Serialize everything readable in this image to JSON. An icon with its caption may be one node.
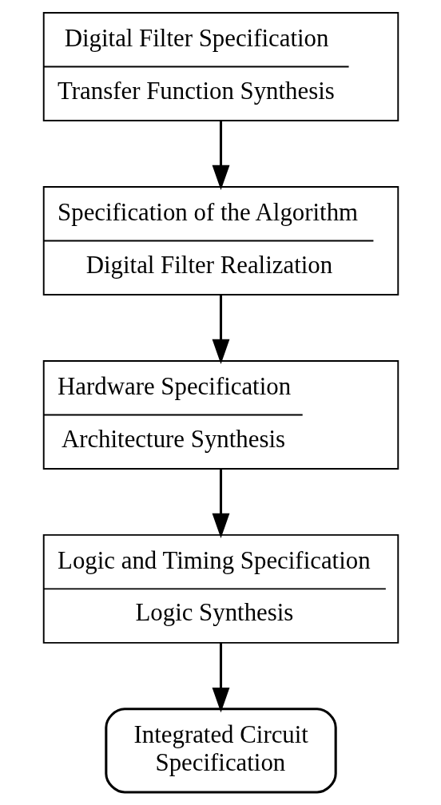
{
  "diagram": {
    "nodes": [
      {
        "text": [
          "Digital Filter Specification",
          "Transfer Function Synthesis"
        ]
      },
      {
        "text": [
          "Specification of the Algorithm",
          "Digital Filter Realization"
        ]
      },
      {
        "text": [
          "Hardware Specification",
          "Architecture Synthesis"
        ]
      },
      {
        "text": [
          "Logic and Timing Specification",
          "Logic Synthesis"
        ]
      },
      {
        "text": [
          "Integrated Circuit Specification"
        ]
      }
    ],
    "edges": [
      {
        "from": 0,
        "to": 1,
        "arrow": "to"
      },
      {
        "from": 1,
        "to": 2,
        "arrow": "to"
      },
      {
        "from": 2,
        "to": 3,
        "arrow": "to"
      },
      {
        "from": 3,
        "to": 4,
        "arrow": "to"
      }
    ]
  }
}
